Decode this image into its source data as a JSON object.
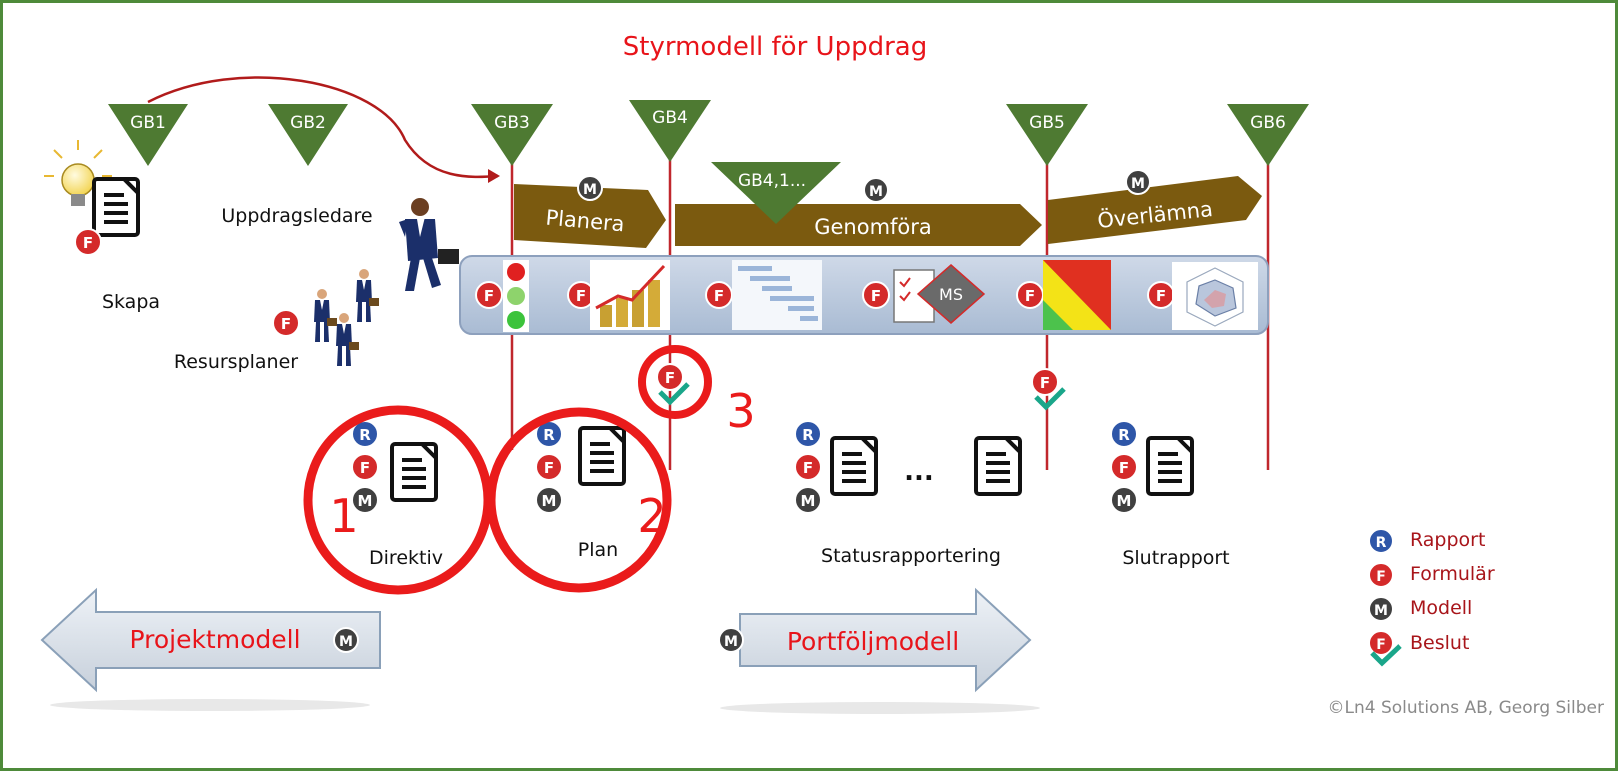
{
  "title": "Styrmodell för Uppdrag",
  "gates": [
    "GB1",
    "GB2",
    "GB3",
    "GB4",
    "GB5",
    "GB6"
  ],
  "sub_gate": "GB4,1...",
  "phases": [
    "Planera",
    "Genomföra",
    "Överlämna"
  ],
  "actors": {
    "skapa": "Skapa",
    "uppdragsledare": "Uppdragsledare",
    "resursplaner": "Resursplaner"
  },
  "documents": {
    "direktiv": "Direktiv",
    "plan": "Plan",
    "statusrapportering": "Statusrapportering",
    "ellipsis": "...",
    "slutrapport": "Slutrapport"
  },
  "badges": {
    "r": "R",
    "f": "F",
    "m": "M"
  },
  "tool_ms": "MS",
  "callouts": [
    "1",
    "2",
    "3"
  ],
  "legend": [
    "Rapport",
    "Formulär",
    "Modell",
    "Beslut"
  ],
  "arrows": {
    "left": "Projektmodell",
    "right": "Portföljmodell"
  },
  "copyright": "©Ln4 Solutions AB, Georg Silber",
  "colors": {
    "title_red": "#e8141a",
    "gate_green": "#4e7a32",
    "phase_brown": "#7b5a0f",
    "gate_line": "#c0272d",
    "panel_blue": "#b8c7dc",
    "badge_red": "#d42a2a",
    "badge_blue": "#2e56a8",
    "badge_gray": "#404040",
    "check_teal": "#1aa68a",
    "callout_red": "#ea1b1b",
    "frame_green": "#4e8a3a"
  },
  "icons": [
    "lightbulb-icon",
    "document-icon",
    "businessman-icon",
    "traffic-light-icon",
    "coins-chart-icon",
    "gantt-icon",
    "risk-matrix-icon",
    "radar-chart-icon",
    "checkmark-icon"
  ]
}
